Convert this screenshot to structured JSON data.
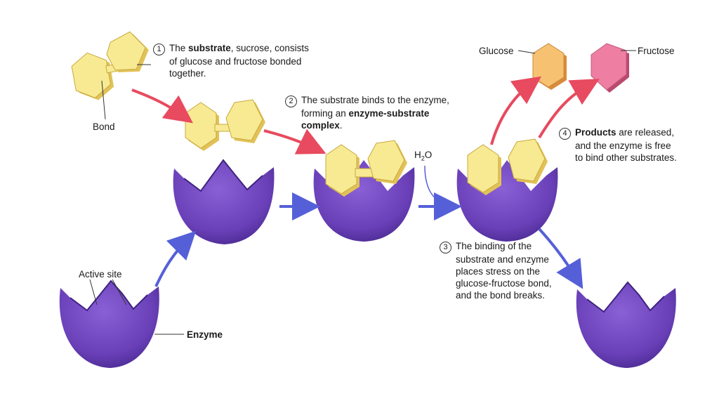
{
  "step1": {
    "num": "1",
    "pre": "The ",
    "bold": "substrate",
    "post": ", sucrose, consists",
    "line2": "of glucose and fructose bonded",
    "line3": "together."
  },
  "step2": {
    "num": "2",
    "line1": "The substrate binds to the enzyme,",
    "line2_pre": "forming an ",
    "line2_bold": "enzyme-substrate",
    "line3_bold": "complex",
    "line3_post": "."
  },
  "step3": {
    "num": "3",
    "line1": "The binding of the",
    "line2": "substrate and enzyme",
    "line3": "places stress on the",
    "line4": "glucose-fructose bond,",
    "line5": "and the bond breaks."
  },
  "step4": {
    "num": "4",
    "line1_bold": "Products",
    "line1_post": " are released,",
    "line2": "and the enzyme is free",
    "line3": "to bind other substrates."
  },
  "labels": {
    "bond": "Bond",
    "active_site": "Active site",
    "enzyme": "Enzyme",
    "glucose": "Glucose",
    "fructose": "Fructose",
    "water_h": "H",
    "water_sub": "2",
    "water_o": "O"
  },
  "colors": {
    "enzyme": "#6a40b8",
    "enzyme_dark": "#3e2380",
    "substrate": "#f7ea92",
    "substrate_side": "#e2c256",
    "glucose": "#f6c271",
    "fructose": "#ee7ea2",
    "arrow_red": "#e84a5f",
    "arrow_blue": "#5560d8"
  }
}
